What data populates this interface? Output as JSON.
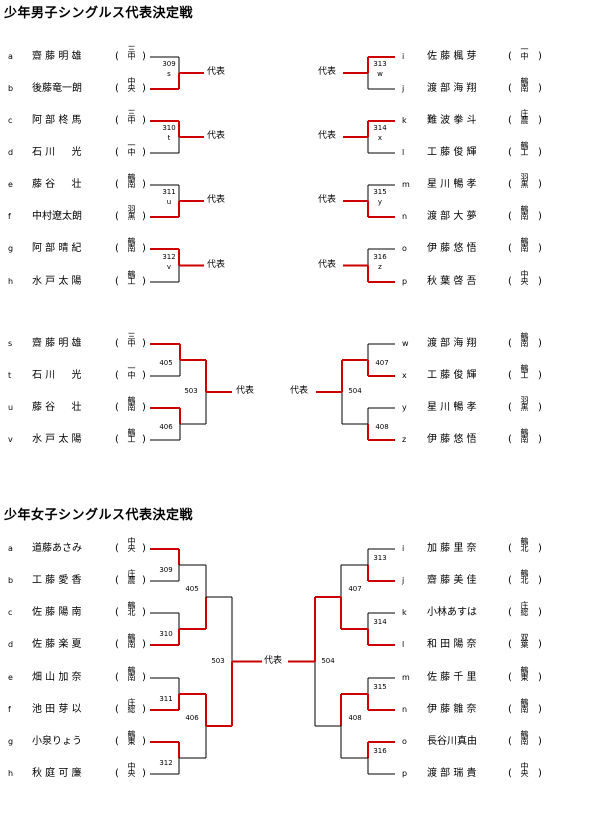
{
  "boys": {
    "title": "少年男子シングルス代表決定戦",
    "round1": {
      "left": [
        {
          "id": "a",
          "name": "齋 藤 明 雄",
          "school": "三中"
        },
        {
          "id": "b",
          "name": "後藤竜一朗",
          "school": "中央"
        },
        {
          "id": "c",
          "name": "阿 部 柊 馬",
          "school": "三中"
        },
        {
          "id": "d",
          "name": "石 川 　 光",
          "school": "一中"
        },
        {
          "id": "e",
          "name": "藤 谷 　 壮",
          "school": "鶴南"
        },
        {
          "id": "f",
          "name": "中村遼太朗",
          "school": "羽黒"
        },
        {
          "id": "g",
          "name": "阿 部 晴 紀",
          "school": "鶴南"
        },
        {
          "id": "h",
          "name": "水 戸 太 陽",
          "school": "鶴工"
        }
      ],
      "right": [
        {
          "id": "i",
          "name": "佐 藤 楓 芽",
          "school": "一中"
        },
        {
          "id": "j",
          "name": "渡 部 海 翔",
          "school": "鶴南"
        },
        {
          "id": "k",
          "name": "難 波 拳 斗",
          "school": "庄農"
        },
        {
          "id": "l",
          "name": "工 藤 俊 輝",
          "school": "鶴工"
        },
        {
          "id": "m",
          "name": "星 川 暢 孝",
          "school": "羽黒"
        },
        {
          "id": "n",
          "name": "渡 部 大 夢",
          "school": "鶴南"
        },
        {
          "id": "o",
          "name": "伊 藤 悠 悟",
          "school": "鶴南"
        },
        {
          "id": "p",
          "name": "秋 葉 啓 吾",
          "school": "中央"
        }
      ],
      "left_matches": [
        {
          "no": "309",
          "code": "s"
        },
        {
          "no": "310",
          "code": "t"
        },
        {
          "no": "311",
          "code": "u"
        },
        {
          "no": "312",
          "code": "v"
        }
      ],
      "right_matches": [
        {
          "no": "313",
          "code": "w"
        },
        {
          "no": "314",
          "code": "x"
        },
        {
          "no": "315",
          "code": "y"
        },
        {
          "no": "316",
          "code": "z"
        }
      ]
    },
    "round2": {
      "left": [
        {
          "id": "s",
          "name": "齋 藤 明 雄",
          "school": "三中"
        },
        {
          "id": "t",
          "name": "石 川 　 光",
          "school": "一中"
        },
        {
          "id": "u",
          "name": "藤 谷 　 壮",
          "school": "鶴南"
        },
        {
          "id": "v",
          "name": "水 戸 太 陽",
          "school": "鶴工"
        }
      ],
      "right": [
        {
          "id": "w",
          "name": "渡 部 海 翔",
          "school": "鶴南"
        },
        {
          "id": "x",
          "name": "工 藤 俊 輝",
          "school": "鶴工"
        },
        {
          "id": "y",
          "name": "星 川 暢 孝",
          "school": "羽黒"
        },
        {
          "id": "z",
          "name": "伊 藤 悠 悟",
          "school": "鶴南"
        }
      ],
      "left_matches": [
        "405",
        "406",
        "503"
      ],
      "right_matches": [
        "407",
        "408",
        "504"
      ]
    }
  },
  "girls": {
    "title": "少年女子シングルス代表決定戦",
    "left": [
      {
        "id": "a",
        "name": "道藤あさみ",
        "school": "中央"
      },
      {
        "id": "b",
        "name": "工 藤 愛 香",
        "school": "庄農"
      },
      {
        "id": "c",
        "name": "佐 藤 陽 南",
        "school": "鶴北"
      },
      {
        "id": "d",
        "name": "佐 藤 楽 夏",
        "school": "鶴南"
      },
      {
        "id": "e",
        "name": "畑 山 加 奈",
        "school": "鶴南"
      },
      {
        "id": "f",
        "name": "池 田 芽 以",
        "school": "庄総"
      },
      {
        "id": "g",
        "name": "小泉りょう",
        "school": "鶴東"
      },
      {
        "id": "h",
        "name": "秋 庭 可 廉",
        "school": "中央"
      }
    ],
    "right": [
      {
        "id": "i",
        "name": "加 藤 里 奈",
        "school": "鶴北"
      },
      {
        "id": "j",
        "name": "齋 藤 美 佳",
        "school": "鶴北"
      },
      {
        "id": "k",
        "name": "小林あすは",
        "school": "庄総"
      },
      {
        "id": "l",
        "name": "和 田 陽 奈",
        "school": "双葉"
      },
      {
        "id": "m",
        "name": "佐 藤 千 里",
        "school": "鶴東"
      },
      {
        "id": "n",
        "name": "伊 藤 雛 奈",
        "school": "鶴南"
      },
      {
        "id": "o",
        "name": "長谷川真由",
        "school": "鶴南"
      },
      {
        "id": "p",
        "name": "渡 部 瑞 貴",
        "school": "中央"
      }
    ],
    "left_matches": {
      "r1": [
        "309",
        "310",
        "311",
        "312"
      ],
      "r2": [
        "405",
        "406"
      ],
      "r3": "503"
    },
    "right_matches": {
      "r1": [
        "313",
        "314",
        "315",
        "316"
      ],
      "r2": [
        "407",
        "408"
      ],
      "r3": "504"
    }
  },
  "rep_label": "代表",
  "paren_open": "(",
  "paren_close": ")",
  "colors": {
    "line": "#000000",
    "win": "#cc0000"
  }
}
